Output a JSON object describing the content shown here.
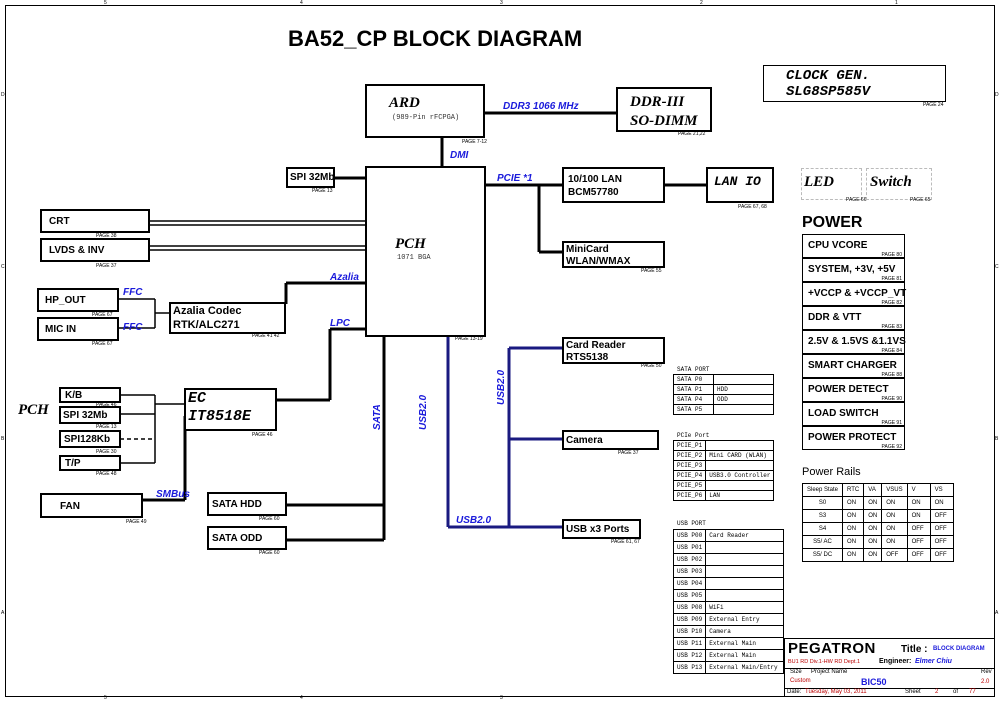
{
  "title": "BA52_CP BLOCK DIAGRAM",
  "clock": {
    "line1": "CLOCK GEN.",
    "line2": "SLG8SP585V",
    "page": "PAGE 24"
  },
  "ard": {
    "name": "ARD",
    "sub": "(989-Pin rFCPGA)",
    "page": "PAGE 7-12"
  },
  "ddr": {
    "line1": "DDR-III",
    "line2": "SO-DIMM",
    "page": "PAGE 21,22"
  },
  "pch": {
    "name": "PCH",
    "sub": "1071 BGA",
    "page": "PAGE 13-19"
  },
  "spi_top": {
    "name": "SPI 32Mb",
    "page": "PAGE 13"
  },
  "lan": {
    "line1": "10/100 LAN",
    "line2": "BCM57780"
  },
  "lanio": {
    "name": "LAN IO",
    "page": "PAGE 67, 68"
  },
  "led": {
    "name": "LED",
    "page": "PAGE 66"
  },
  "switch": {
    "name": "Switch",
    "page": "PAGE 65"
  },
  "minicard": {
    "line1": "MiniCard",
    "line2": "WLAN/WMAX",
    "page": "PAGE 55"
  },
  "cardreader": {
    "line1": "Card Reader",
    "line2": "RTS5138",
    "page": "PAGE 50"
  },
  "camera": {
    "name": "Camera",
    "page": "PAGE 37"
  },
  "usbports": {
    "name": "USB x3 Ports",
    "page": "PAGE 61, 67"
  },
  "crt": {
    "name": "CRT",
    "page": "PAGE 38"
  },
  "lvds": {
    "name": "LVDS & INV",
    "page": "PAGE 37"
  },
  "hpout": {
    "name": "HP_OUT",
    "page": "PAGE 67"
  },
  "micin": {
    "name": "MIC IN",
    "page": "PAGE 67"
  },
  "codec": {
    "line1": "Azalia Codec",
    "line2": "RTK/ALC271",
    "page": "PAGE 41 42"
  },
  "ec": {
    "line1": "EC",
    "line2": "IT8518E",
    "page": "PAGE 46"
  },
  "kb": {
    "name": "K/B",
    "page": "PAGE 46"
  },
  "spi_ec": {
    "name": "SPI 32Mb",
    "page": "PAGE 13"
  },
  "spi128": {
    "name": "SPI128Kb",
    "page": "PAGE 30"
  },
  "tp": {
    "name": "T/P",
    "page": "PAGE 48"
  },
  "pch_side": "PCH",
  "fan": {
    "name": "FAN",
    "page": "PAGE 49"
  },
  "satahdd": {
    "name": "SATA HDD",
    "page": "PAGE 60"
  },
  "sataodd": {
    "name": "SATA ODD",
    "page": "PAGE 60"
  },
  "buses": {
    "ddr3": "DDR3 1066 MHz",
    "dmi": "DMI",
    "pcie": "PCIE *1",
    "azalia": "Azalia",
    "lpc": "LPC",
    "sata": "SATA",
    "usb_v1": "USB2.0",
    "usb_v2": "USB2.0",
    "usb_h": "USB2.0",
    "smbus": "SMBus",
    "ffc1": "FFC",
    "ffc2": "FFC"
  },
  "power": {
    "heading": "POWER",
    "items": [
      {
        "name": "CPU VCORE",
        "page": "PAGE 80"
      },
      {
        "name": "SYSTEM, +3V, +5V",
        "page": "PAGE 81"
      },
      {
        "name": "+VCCP & +VCCP_VT",
        "page": "PAGE 82"
      },
      {
        "name": "DDR & VTT",
        "page": "PAGE 83"
      },
      {
        "name": "2.5V & 1.5VS &1.1VS",
        "page": "PAGE 84"
      },
      {
        "name": "SMART CHARGER",
        "page": "PAGE 88"
      },
      {
        "name": "POWER DETECT",
        "page": "PAGE 90"
      },
      {
        "name": "LOAD SWITCH",
        "page": "PAGE 91"
      },
      {
        "name": "POWER PROTECT",
        "page": "PAGE 92"
      }
    ]
  },
  "power_rails": {
    "heading": "Power Rails",
    "header": [
      "Sleep State",
      "RTC",
      "VA",
      "VSUS",
      "V",
      "VS"
    ],
    "rows": [
      [
        "S0",
        "ON",
        "ON",
        "ON",
        "ON",
        "ON"
      ],
      [
        "S3",
        "ON",
        "ON",
        "ON",
        "ON",
        "OFF"
      ],
      [
        "S4",
        "ON",
        "ON",
        "ON",
        "OFF",
        "OFF"
      ],
      [
        "S5/ AC",
        "ON",
        "ON",
        "ON",
        "OFF",
        "OFF"
      ],
      [
        "S5/ DC",
        "ON",
        "ON",
        "OFF",
        "OFF",
        "OFF"
      ]
    ]
  },
  "sata_port": {
    "heading": "SATA PORT",
    "rows": [
      [
        "SATA P0",
        ""
      ],
      [
        "SATA P1",
        "HDD"
      ],
      [
        "SATA P4",
        "ODD"
      ],
      [
        "SATA P5",
        ""
      ]
    ]
  },
  "pcie_port": {
    "heading": "PCIe Port",
    "rows": [
      [
        "PCIE_P1",
        ""
      ],
      [
        "PCIE_P2",
        "Mini CARD (WLAN)"
      ],
      [
        "PCIE_P3",
        ""
      ],
      [
        "PCIE_P4",
        "USB3.0 Controller"
      ],
      [
        "PCIE_P5",
        ""
      ],
      [
        "PCIE_P6",
        "LAN"
      ]
    ]
  },
  "usb_port": {
    "heading": "USB PORT",
    "rows": [
      [
        "USB P00",
        "Card Reader"
      ],
      [
        "USB P01",
        ""
      ],
      [
        "USB P02",
        ""
      ],
      [
        "USB P03",
        ""
      ],
      [
        "USB P04",
        ""
      ],
      [
        "USB P05",
        ""
      ],
      [
        "USB P08",
        "WiFi"
      ],
      [
        "USB P09",
        "External Entry"
      ],
      [
        "USB P10",
        "Camera"
      ],
      [
        "USB P11",
        "External Main"
      ],
      [
        "USB P12",
        "External Main"
      ],
      [
        "USB P13",
        "External Main/Entry"
      ]
    ]
  },
  "titleblock": {
    "company": "PEGATRON",
    "title_label": "Title :",
    "title_value": "BLOCK DIAGRAM",
    "dept": "BU1 RD Div.1-HW RD Dept.1",
    "engineer_label": "Engineer:",
    "engineer_value": "Elmer Chiu",
    "size_label": "Size",
    "size_value": "Custom",
    "project_label": "Project Name",
    "project_value": "BIC50",
    "rev_label": "Rev",
    "rev_value": "2.0",
    "date_label": "Date:",
    "date_value": "Tuesday, May 03, 2011",
    "sheet_label": "Sheet",
    "sheet_value": "2",
    "of_label": "of",
    "of_value": "77"
  },
  "border": {
    "cols": [
      "5",
      "4",
      "3",
      "2",
      "1"
    ],
    "rows": [
      "D",
      "C",
      "B",
      "A"
    ]
  }
}
